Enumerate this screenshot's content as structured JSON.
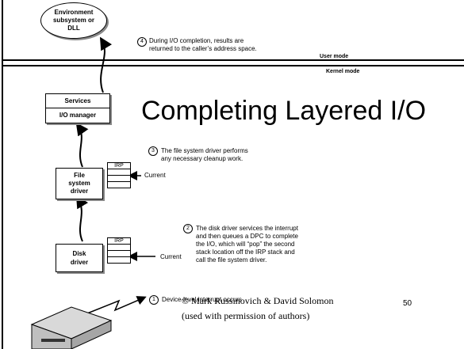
{
  "title": "Completing Layered I/O",
  "environment_node": {
    "label_lines": [
      "Environment",
      "subsystem or",
      "DLL"
    ]
  },
  "services_stack": {
    "top_label": "Services",
    "bottom_label": "I/O manager"
  },
  "file_system_driver": {
    "label_lines": [
      "File",
      "system",
      "driver"
    ]
  },
  "disk_driver": {
    "label_lines": [
      "Disk",
      "driver"
    ]
  },
  "modes": {
    "user": "User mode",
    "kernel": "Kernel mode"
  },
  "irp_stacks": [
    {
      "label": "IRP",
      "pointer_label": "Current"
    },
    {
      "label": "IRP",
      "pointer_label": "Current"
    }
  ],
  "steps": [
    {
      "num": "1",
      "lines": [
        "Device-level interrupt occurs"
      ]
    },
    {
      "num": "2",
      "lines": [
        "The disk driver services the interrupt",
        "and then queues a DPC to complete",
        "the I/O, which will “pop” the second",
        "stack location off the IRP stack and",
        "call the file system driver."
      ]
    },
    {
      "num": "3",
      "lines": [
        "The file system driver performs",
        "any necessary cleanup work."
      ]
    },
    {
      "num": "4",
      "lines": [
        "During I/O completion, results are",
        "returned to the caller’s address space."
      ]
    }
  ],
  "footer": {
    "line1": "© Mark Russinovich & David Solomon",
    "line2": "(used with permission of authors)"
  },
  "page_number": "50"
}
